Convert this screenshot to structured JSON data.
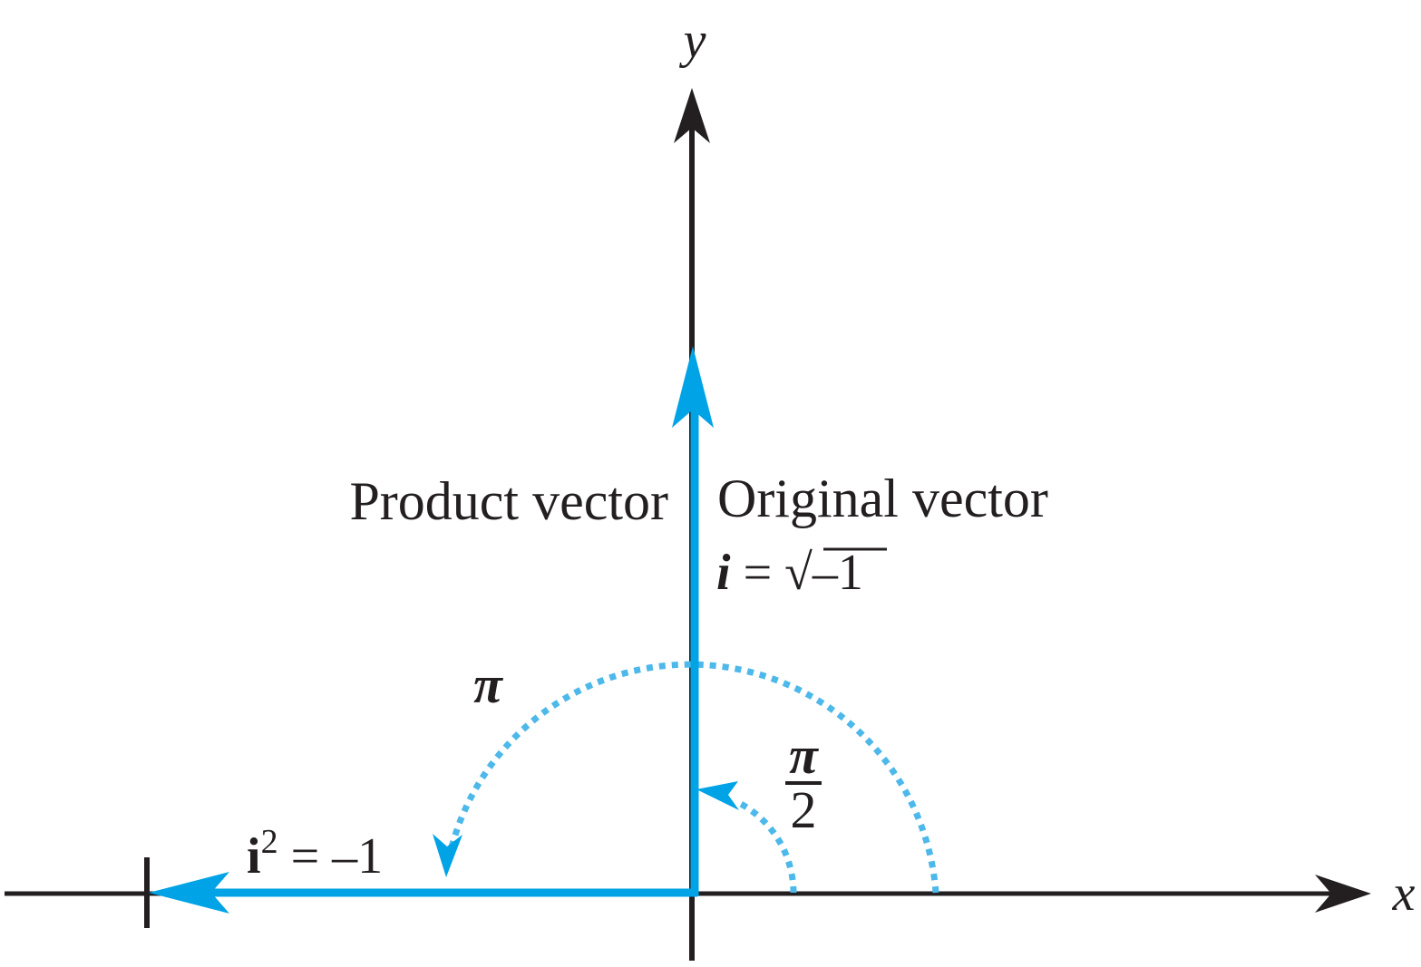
{
  "colors": {
    "axis": "#231f20",
    "vector": "#00a3e6",
    "arc": "#4db8ea"
  },
  "axes": {
    "x_label": "x",
    "y_label": "y"
  },
  "labels": {
    "product_vector": "Product vector",
    "original_vector": "Original vector",
    "i_equation": {
      "lhs": "i",
      "eq": " = ",
      "radical": "√",
      "radicand": "–1"
    },
    "i_squared": {
      "base": "i",
      "exp": "2",
      "rhs": " = –1"
    },
    "pi": "π",
    "half_pi": {
      "numerator": "π",
      "denominator": "2"
    }
  }
}
